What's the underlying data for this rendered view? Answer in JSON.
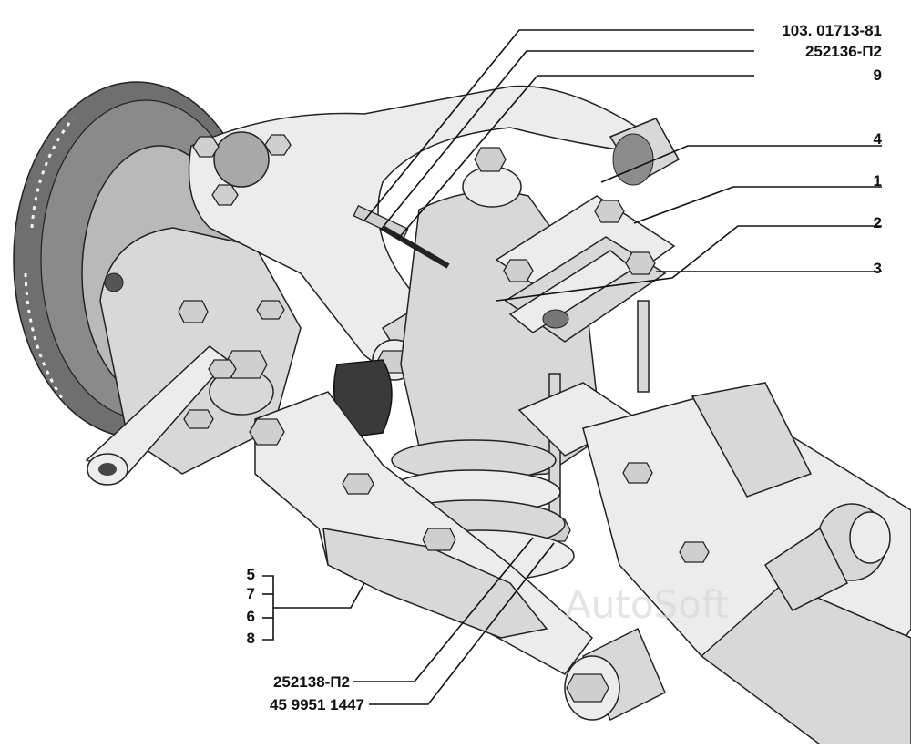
{
  "watermark": "AutoSoft",
  "labels": {
    "part_103": "103. 01713-81",
    "part_252136": "252136-П2",
    "part_9": "9",
    "part_4": "4",
    "part_1": "1",
    "part_2": "2",
    "part_3": "3",
    "part_5": "5",
    "part_7": "7",
    "part_6": "6",
    "part_8": "8",
    "part_252138": "252138-П2",
    "part_45": "45 9951 1447"
  }
}
